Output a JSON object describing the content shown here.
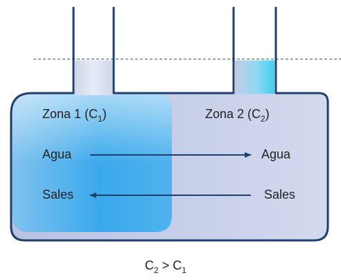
{
  "diagram": {
    "zone1": {
      "label_prefix": "Zona 1 (C",
      "label_sub": "1",
      "label_suffix": ")"
    },
    "zone2": {
      "label_prefix": "Zona 2 (C",
      "label_sub": "2",
      "label_suffix": ")"
    },
    "water_left": "Agua",
    "water_right": "Agua",
    "salts_left": "Sales",
    "salts_right": "Sales",
    "caption": {
      "c2_letter": "C",
      "c2_sub": "2",
      "operator": " > ",
      "c1_letter": "C",
      "c1_sub": "1"
    }
  },
  "colors": {
    "outline": "#1f3f6e",
    "zone1_fill": "#5db3ec",
    "zone2_fill": "#c5cde6",
    "arrow": "#1f3f6e",
    "dashed_level": "#5a7088"
  }
}
